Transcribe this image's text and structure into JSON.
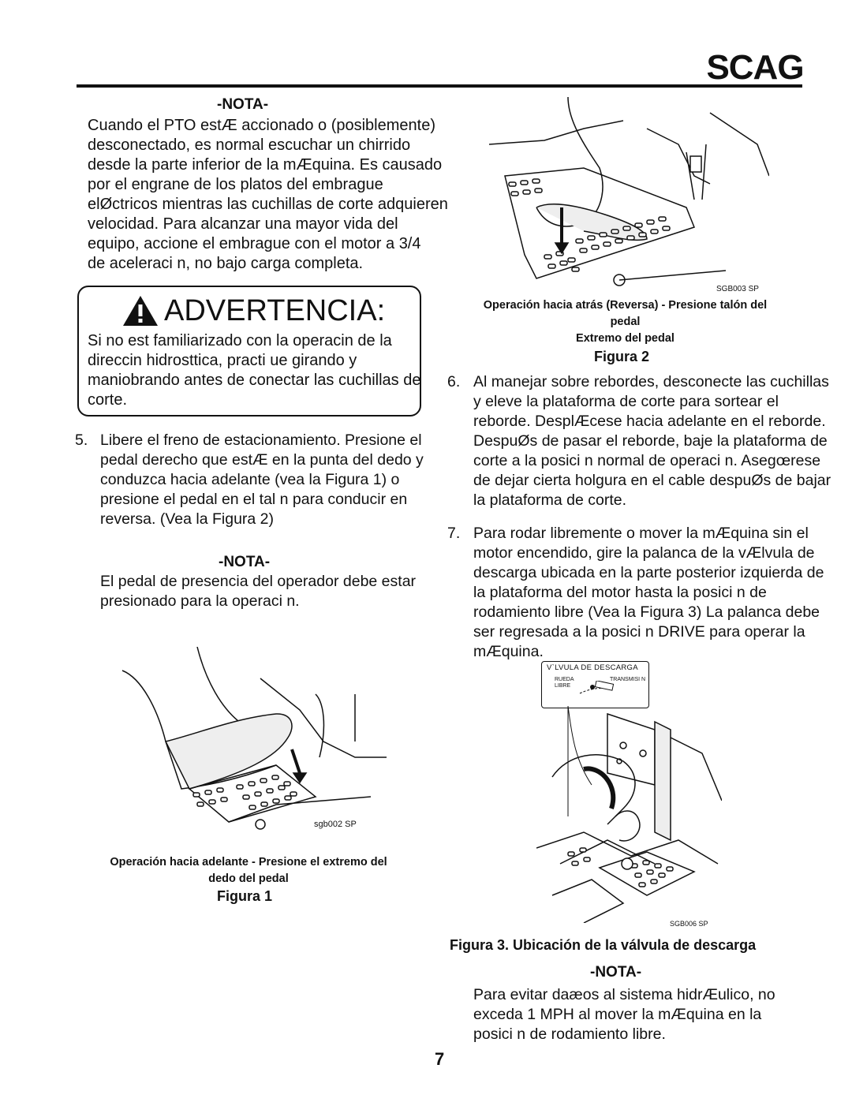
{
  "header": {
    "brand": "SCAG"
  },
  "left": {
    "nota1_title": "-NOTA-",
    "nota1_lines": [
      "Cuando el PTO estÆ accionado o (posiblemente)",
      "desconectado, es normal escuchar un chirrido",
      "desde la parte inferior de la mÆquina. Es causado",
      "por el engrane de los platos del embrague",
      "elØctricos mientras las cuchillas de corte adquieren",
      "velocidad.  Para alcanzar una mayor vida del",
      "equipo, accione el embrague con el motor a 3/4",
      "de aceleraci n, no bajo carga completa."
    ],
    "warning_title": "ADVERTENCIA:",
    "warning_lines": [
      "Si no est familiarizado con la operacin de la",
      "direccin  hidrosttica,  practi  ue  girando  y",
      "maniobrando antes de conectar las cuchillas de",
      "corte."
    ],
    "item5_num": "5.",
    "item5_lines": [
      "Libere el freno de estacionamiento. Presione el",
      "pedal derecho que estÆ en la punta del dedo  y",
      "conduzca hacia adelante (vea la Figura 1) o",
      "presione el pedal en el tal n para conducir en",
      "reversa. (Vea la Figura 2)"
    ],
    "nota2_title": "-NOTA-",
    "nota2_lines": [
      "El pedal de presencia del operador debe estar",
      "presionado para la operaci n."
    ],
    "fig1_code": "sgb002 SP",
    "fig1_caption_lines": [
      "Operación hacia adelante - Presione el extremo del",
      "dedo del pedal"
    ],
    "fig1_label": "Figura 1"
  },
  "right": {
    "fig2_code": "SGB003 SP",
    "fig2_caption_lines": [
      "Operación hacia atrás (Reversa) - Presione talón del",
      "pedal",
      "Extremo del pedal"
    ],
    "fig2_label": "Figura 2",
    "item6_num": "6.",
    "item6_lines": [
      "Al manejar sobre rebordes, desconecte las cuchillas",
      "y eleve la plataforma de corte para sortear el",
      "reborde.  DesplÆcese hacia adelante en el reborde.",
      "DespuØs de pasar el reborde, baje la plataforma de",
      "corte a la posici n normal de operaci n.  Asegœrese",
      "de dejar cierta holgura en el cable despuØs de bajar",
      "la plataforma de corte."
    ],
    "item7_num": "7.",
    "item7_lines": [
      "Para  rodar libremente  o mover la mÆquina sin el",
      "motor encendido, gire la palanca de la vÆlvula de",
      "descarga ubicada en la parte posterior izquierda de",
      "la plataforma del motor hasta la posici n de",
      "rodamiento libre (Vea la Figura 3)  La palanca debe",
      "ser regresada a la posici n DRIVE para operar la",
      "mÆquina."
    ],
    "fig3_decal_title": "V`LVULA DE DESCARGA",
    "fig3_decal_left": "RUEDA",
    "fig3_decal_left2": "LIBRE",
    "fig3_decal_right": "TRANSMISI N",
    "fig3_code": "SGB006 SP",
    "fig3_label": "Figura 3. Ubicación de la válvula de descarga",
    "nota3_title": "-NOTA-",
    "nota3_lines": [
      "Para evitar daæos al sistema hidrÆulico, no",
      "exceda 1 MPH al mover la mÆquina en la",
      "posici n de rodamiento libre."
    ]
  },
  "footer": {
    "page_number": "7"
  }
}
